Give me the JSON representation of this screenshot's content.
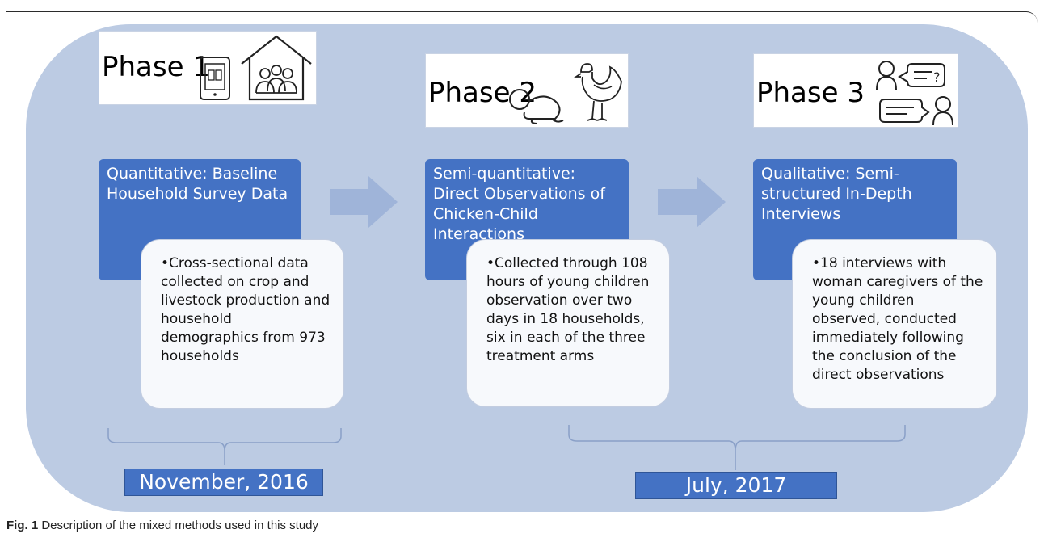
{
  "phases": [
    {
      "title": "Phase 1",
      "method_title": "Quantitative: Baseline Household Survey Data",
      "detail": "•Cross-sectional data collected on crop and livestock production and household demographics from 973 households"
    },
    {
      "title": "Phase 2",
      "method_title": "Semi-quantitative: Direct Observations of Chicken-Child Interactions",
      "detail": "•Collected through 108 hours of young children observation over two days in 18 households, six in each of the three treatment arms"
    },
    {
      "title": "Phase 3",
      "method_title": "Qualitative: Semi-structured In-Depth Interviews",
      "detail": "•18 interviews with woman caregivers of the young children observed, conducted immediately following the conclusion of the direct observations"
    }
  ],
  "dates": {
    "first": "November, 2016",
    "second": "July, 2017"
  },
  "caption": {
    "label": "Fig. 1",
    "text": " Description of the mixed methods used in this study"
  },
  "icons": [
    "tablet-icon",
    "household-icon",
    "baby-icon",
    "chicken-icon",
    "interview-icon"
  ],
  "colors": {
    "panel": "#bccbe3",
    "method_box": "#4472c4",
    "arrow": "#9fb4d9"
  }
}
